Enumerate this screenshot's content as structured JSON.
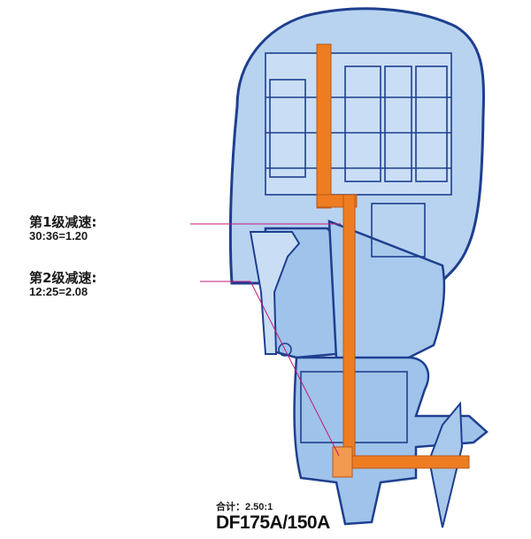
{
  "callouts": {
    "stage1": {
      "title": "第1级减速:",
      "ratio": "30:36=1.20"
    },
    "stage2": {
      "title": "第2级减速:",
      "ratio": "12:25=2.08"
    }
  },
  "footer": {
    "total": "合计：2.50:1",
    "model": "DF175A/150A"
  },
  "colors": {
    "outline": "#1e3f8f",
    "fill": "#9fc3ea",
    "fill_light": "#c9def5",
    "power_path": "#ee7d22",
    "leader_line": "#c2187a"
  },
  "icons": [
    "outboard-motor-cutaway"
  ]
}
